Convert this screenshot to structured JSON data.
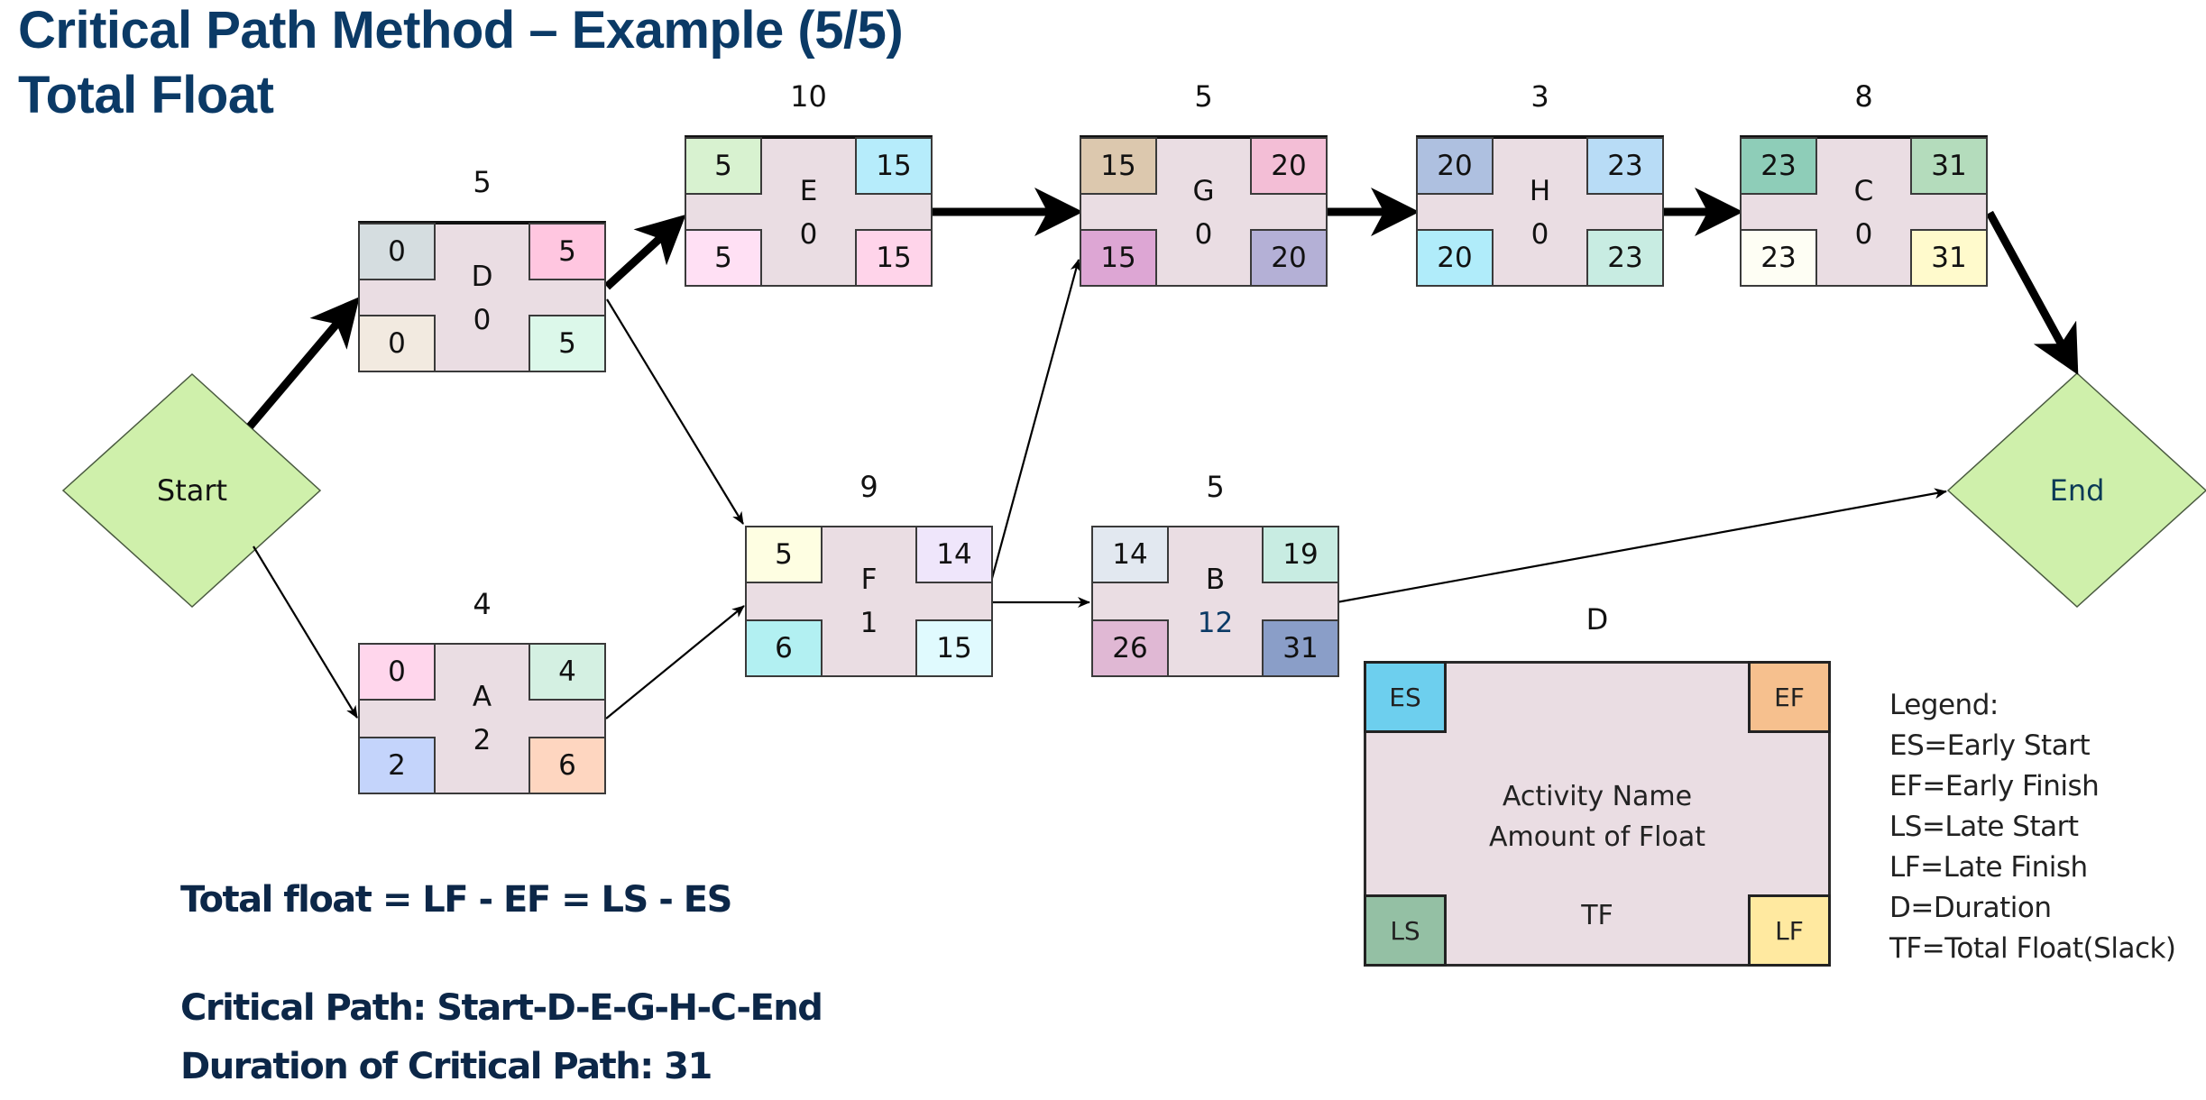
{
  "title": {
    "line1": "Critical Path Method – Example (5/5)",
    "line2": "Total Float"
  },
  "colors": {
    "title": "#0b3a66",
    "node_fill": "#eadde3",
    "diamond_fill": "#cff0ab"
  },
  "start": {
    "label": "Start"
  },
  "end": {
    "label": "End"
  },
  "nodes": {
    "D": {
      "name": "D",
      "duration": "5",
      "float": "0",
      "es": "0",
      "ef": "5",
      "ls": "0",
      "lf": "5",
      "colors": {
        "es": "#d5dde0",
        "ef": "#ffc6e0",
        "ls": "#f2eae0",
        "lf": "#dcf8ea"
      }
    },
    "E": {
      "name": "E",
      "duration": "10",
      "float": "0",
      "es": "5",
      "ef": "15",
      "ls": "5",
      "lf": "15",
      "colors": {
        "es": "#d8f2d0",
        "ef": "#b6ecfb",
        "ls": "#ffe0f4",
        "lf": "#ffd4ea"
      }
    },
    "G": {
      "name": "G",
      "duration": "5",
      "float": "0",
      "es": "15",
      "ef": "20",
      "ls": "15",
      "lf": "20",
      "colors": {
        "es": "#dcc8ae",
        "ef": "#f3bed6",
        "ls": "#dda6d4",
        "lf": "#b4b0d6"
      }
    },
    "H": {
      "name": "H",
      "duration": "3",
      "float": "0",
      "es": "20",
      "ef": "23",
      "ls": "20",
      "lf": "23",
      "colors": {
        "es": "#aec0e0",
        "ef": "#b8dcf6",
        "ls": "#b0ecfa",
        "lf": "#c8ece2"
      }
    },
    "C": {
      "name": "C",
      "duration": "8",
      "float": "0",
      "es": "23",
      "ef": "31",
      "ls": "23",
      "lf": "31",
      "colors": {
        "es": "#8ecdb8",
        "ef": "#b4dcbc",
        "ls": "#fefef4",
        "lf": "#fffacc"
      }
    },
    "F": {
      "name": "F",
      "duration": "9",
      "float": "1",
      "es": "5",
      "ef": "14",
      "ls": "6",
      "lf": "15",
      "colors": {
        "es": "#fefee2",
        "ef": "#efe6fb",
        "ls": "#b2f0f2",
        "lf": "#e0fafe"
      }
    },
    "B": {
      "name": "B",
      "duration": "5",
      "float": "12",
      "es": "14",
      "ef": "19",
      "ls": "26",
      "lf": "31",
      "colors": {
        "es": "#e2e8f0",
        "ef": "#c8ece2",
        "ls": "#e0b8d4",
        "lf": "#8a9ec8"
      }
    },
    "A": {
      "name": "A",
      "duration": "4",
      "float": "2",
      "es": "0",
      "ef": "4",
      "ls": "2",
      "lf": "6",
      "colors": {
        "es": "#ffd6ec",
        "ef": "#d4f0e2",
        "ls": "#c4d4fb",
        "lf": "#fed6c0"
      }
    }
  },
  "edges": [
    {
      "from": "Start",
      "to": "D",
      "critical": true
    },
    {
      "from": "Start",
      "to": "A",
      "critical": false
    },
    {
      "from": "D",
      "to": "E",
      "critical": true
    },
    {
      "from": "D",
      "to": "F",
      "critical": false
    },
    {
      "from": "A",
      "to": "F",
      "critical": false
    },
    {
      "from": "E",
      "to": "G",
      "critical": true
    },
    {
      "from": "F",
      "to": "G",
      "critical": false
    },
    {
      "from": "F",
      "to": "B",
      "critical": false
    },
    {
      "from": "G",
      "to": "H",
      "critical": true
    },
    {
      "from": "H",
      "to": "C",
      "critical": true
    },
    {
      "from": "C",
      "to": "End",
      "critical": true
    },
    {
      "from": "B",
      "to": "End",
      "critical": false
    }
  ],
  "legend_box": {
    "duration": "D",
    "es": "ES",
    "ef": "EF",
    "ls": "LS",
    "lf": "LF",
    "activity_name": "Activity Name",
    "amount_of_float": "Amount of Float",
    "tf": "TF",
    "colors": {
      "es": "#6dcfee",
      "ef": "#f6c08e",
      "ls": "#94c0a4",
      "lf": "#ffe9a0"
    }
  },
  "legend": {
    "heading": "Legend:",
    "items": [
      "ES=Early Start",
      "EF=Early Finish",
      "LS=Late Start",
      "LF=Late Finish",
      "D=Duration",
      "TF=Total Float(Slack)"
    ]
  },
  "notes": {
    "formula": "Total float = LF - EF = LS - ES",
    "critical_path": "Critical Path: Start-D-E-G-H-C-End",
    "duration": "Duration of Critical Path: 31"
  }
}
